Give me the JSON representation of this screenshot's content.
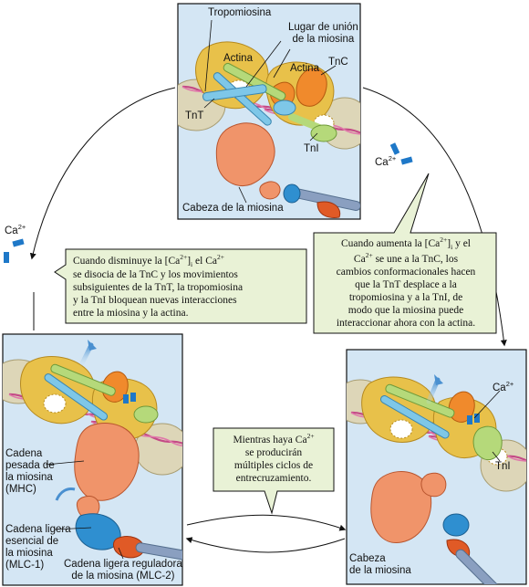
{
  "labels": {
    "top": {
      "tropomiosina": "Tropomiosina",
      "lugar_union": "Lugar de unión\nde la miosina",
      "actina_1": "Actina",
      "actina_2": "Actina",
      "tnc": "TnC",
      "tnt": "TnT",
      "tni": "TnI",
      "cabeza": "Cabeza de la miosina"
    },
    "left": {
      "cadena_pesada": "Cadena\npesada de\nla miosina\n(MHC)",
      "cadena_ligera_esencial": "Cadena ligera\nesencial de\nla miosina\n(MLC-1)",
      "cadena_ligera_reguladora": "Cadena ligera reguladora\nde la miosina (MLC-2)"
    },
    "right": {
      "ca": "Ca",
      "ca_sup": "2+",
      "tni": "TnI",
      "cabeza": "Cabeza\nde la miosina"
    },
    "ion_right": {
      "text": "Ca",
      "sup": "2+"
    },
    "ion_left": {
      "text": "Ca",
      "sup": "2+"
    }
  },
  "callouts": {
    "left": {
      "p1": "Cuando disminuye la [Ca",
      "p1_sup": "2+",
      "p1_b": "]",
      "p1_sub": "i",
      "p1_c": " el Ca",
      "p1_sup2": "2+",
      "rest": "se disocia de la TnC y los movimientos\nsubsiguientes de la TnT, la tropomiosina\ny la TnI bloquean nuevas interacciones\nentre la miosina y la actina."
    },
    "right": {
      "p1": "Cuando aumenta la [Ca",
      "p1_sup": "2+",
      "p1_b": "]",
      "p1_sub": "i",
      "p1_c": " y el",
      "p2": "Ca",
      "p2_sup": "2+",
      "p2_b": " se une a la TnC, los",
      "rest": "cambios conformacionales hacen\nque la TnT desplace a la\ntropomiosina y a la TnI, de\nmodo que la miosina puede\ninteraccionar ahora con la actina."
    },
    "center": {
      "p1": "Mientras haya Ca",
      "p1_sup": "2+",
      "rest": "se producirán\nmúltiples ciclos de\nentrecruzamiento."
    }
  },
  "colors": {
    "panel_bg": "#d4e6f4",
    "actin": "#e8c14a",
    "actin_dark": "#d9a82f",
    "actin_grey": "#ddd6b8",
    "tropomyosin": "#c44a86",
    "tnc": "#f08a2c",
    "tnt": "#7ec7e8",
    "tni": "#b5d97a",
    "myosin_head": "#f0946a",
    "myosin_dark": "#d66e47",
    "light_chain_blue": "#2f8fd0",
    "light_chain_red": "#e05a26",
    "callout_bg": "#e9f2d6",
    "ca_ion": "#1e78c8"
  }
}
